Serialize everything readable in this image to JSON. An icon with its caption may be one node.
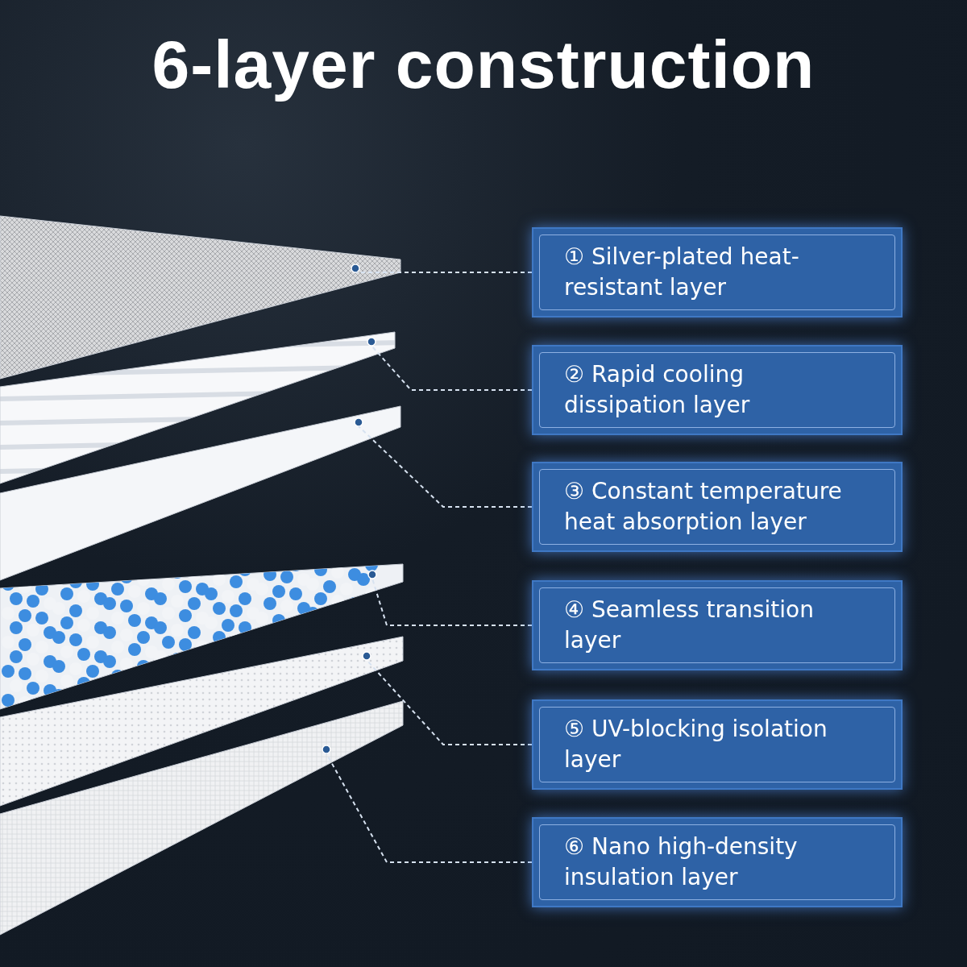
{
  "diagram": {
    "title": "6-layer construction",
    "nodes": [
      {
        "text": [
          "① Silver-plated heat-resistant layer"
        ]
      },
      {
        "text": [
          "② Rapid cooling dissipation layer"
        ]
      },
      {
        "text": [
          "③ Constant temperature heat absorption layer"
        ]
      },
      {
        "text": [
          "④ Seamless transition layer"
        ]
      },
      {
        "text": [
          "⑤ UV-blocking isolation layer"
        ]
      },
      {
        "text": [
          "⑥ Nano high-density insulation layer"
        ]
      },
      {
        "text": [],
        "shape": "picture"
      },
      {
        "text": [],
        "shape": "picture"
      },
      {
        "text": [],
        "shape": "picture"
      },
      {
        "text": [],
        "shape": "picture"
      },
      {
        "text": [],
        "shape": "picture"
      },
      {
        "text": [],
        "shape": "picture"
      }
    ],
    "edges": [
      {
        "from": 0,
        "to": 6,
        "arrow": "none",
        "style": "dashed"
      },
      {
        "from": 1,
        "to": 7,
        "arrow": "none",
        "style": "dashed"
      },
      {
        "from": 2,
        "to": 8,
        "arrow": "none",
        "style": "dashed"
      },
      {
        "from": 3,
        "to": 9,
        "arrow": "none",
        "style": "dashed"
      },
      {
        "from": 4,
        "to": 10,
        "arrow": "none",
        "style": "dashed"
      },
      {
        "from": 5,
        "to": 11,
        "arrow": "none",
        "style": "dashed"
      }
    ]
  }
}
